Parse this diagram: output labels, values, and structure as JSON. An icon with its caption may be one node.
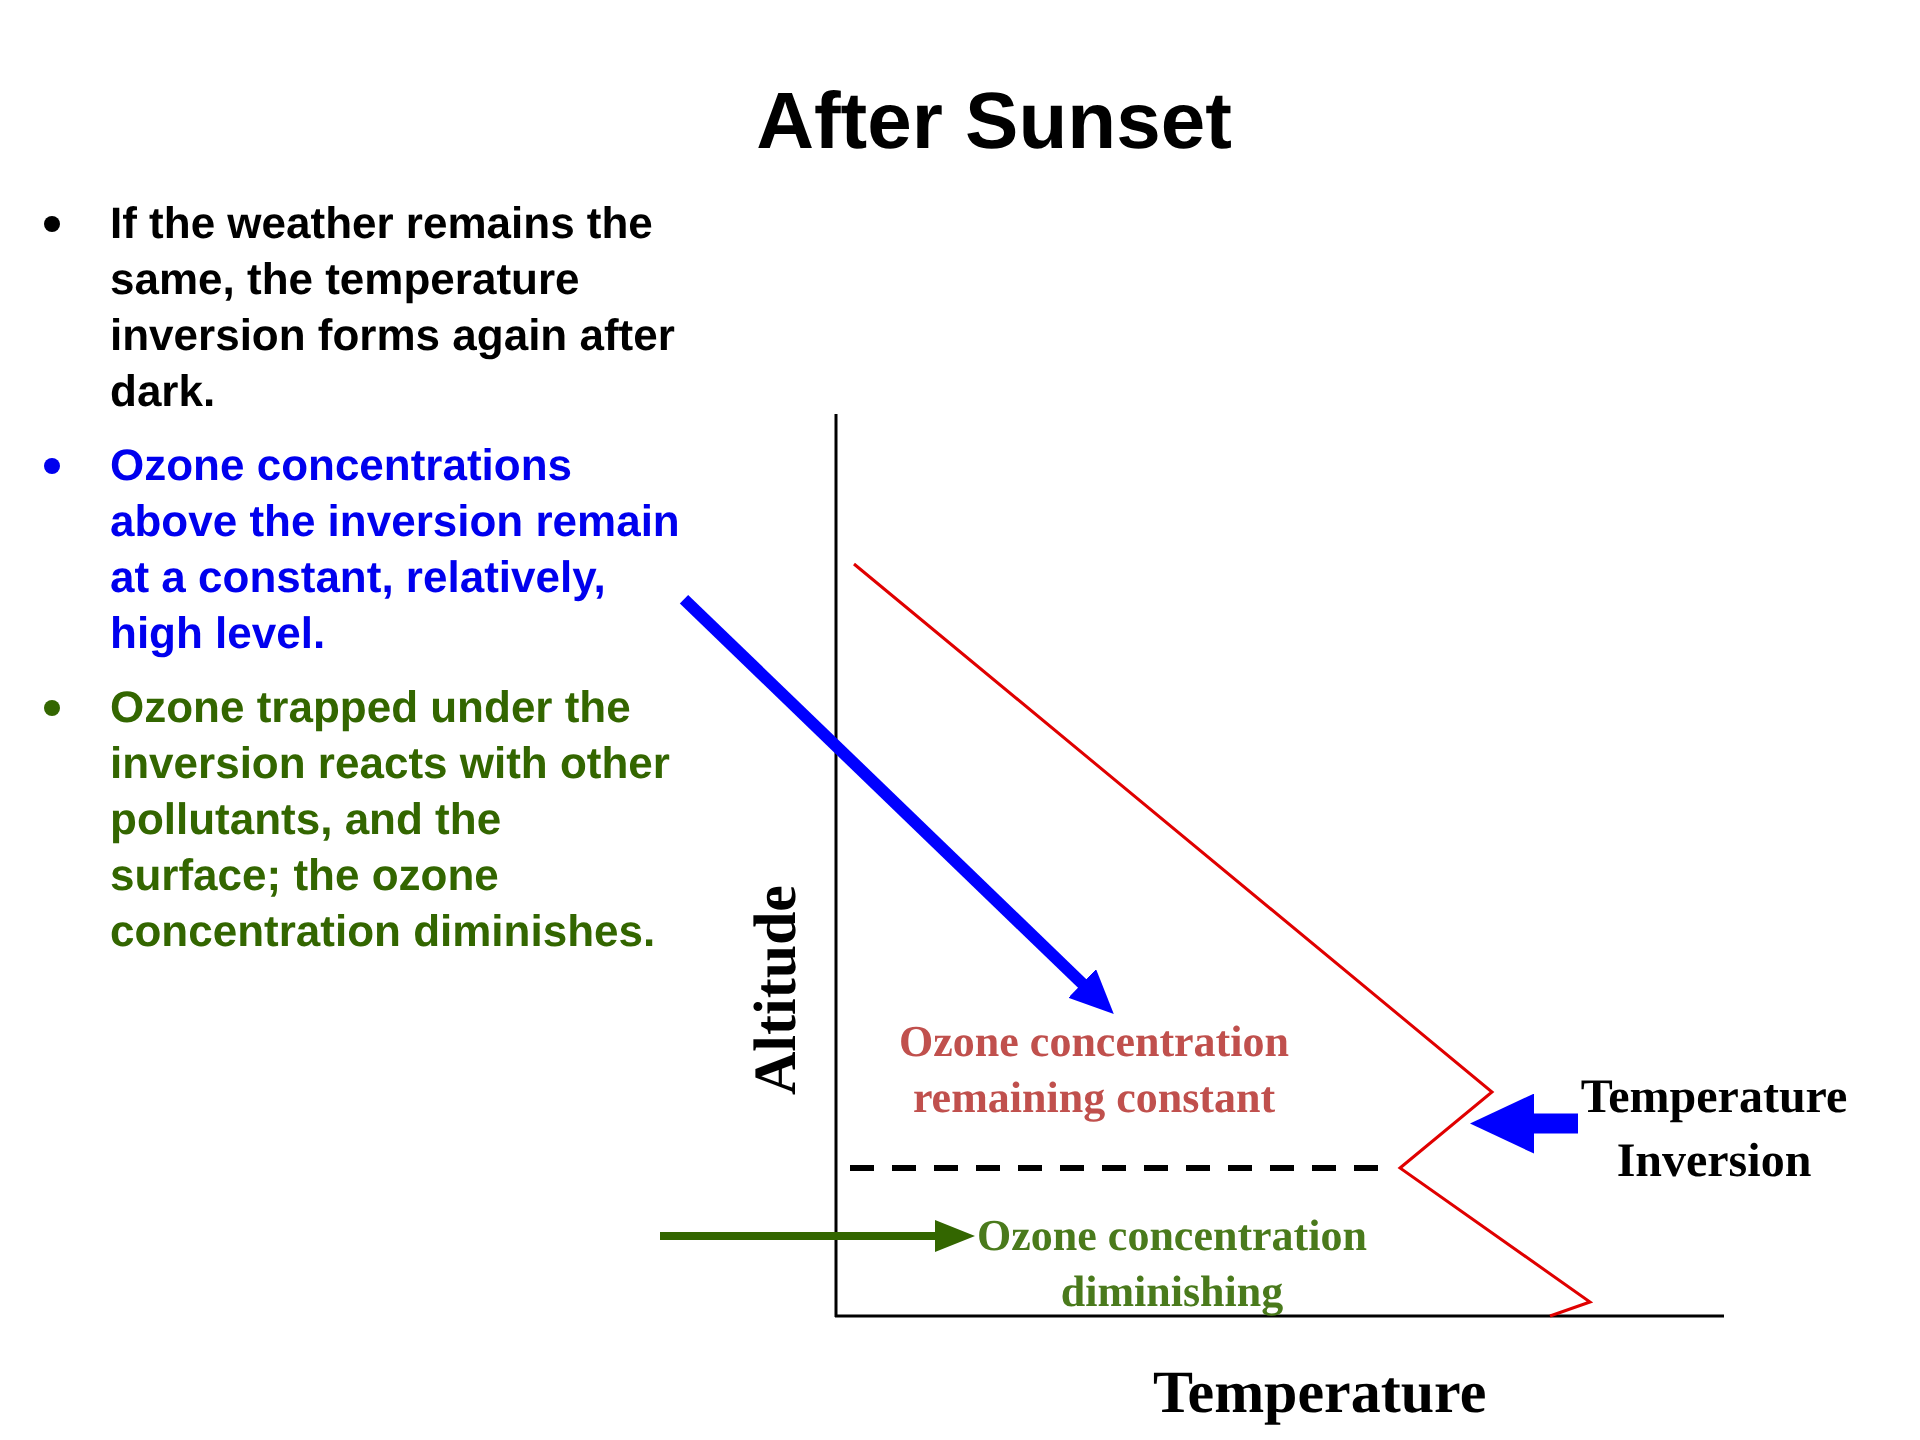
{
  "diagram": {
    "title": "After Sunset",
    "nodes": [
      {
        "text": [
          "Ozone concentrations above the inversion remain at a constant, relatively, high level."
        ]
      },
      {
        "text": [
          "Ozone concentration remaining constant"
        ]
      },
      {
        "text": [
          "Ozone concentration diminishing"
        ]
      },
      {
        "text": [
          "Temperature Inversion"
        ]
      }
    ],
    "edges": [
      {
        "from": 0,
        "to": 1,
        "arrow": "to"
      },
      {
        "from": null,
        "to": 2,
        "arrow": "to",
        "color": "#336600"
      },
      {
        "from": 3,
        "to": null,
        "arrow": "to"
      }
    ],
    "labels": [
      "If the weather remains the same, the temperature inversion forms again after dark.",
      "Ozone trapped under the inversion reacts with other pollutants, and the surface; the ozone concentration diminishes.",
      "Altitude",
      "Temperature"
    ]
  }
}
